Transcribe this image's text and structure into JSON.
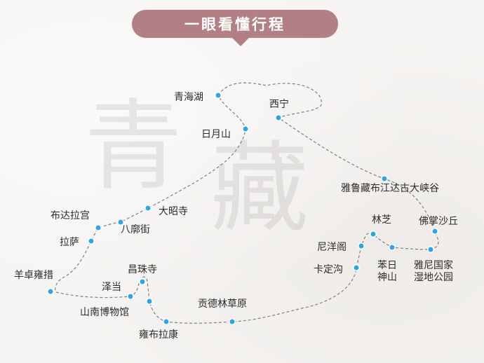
{
  "title": "一眼看懂行程",
  "watermark": [
    "青",
    "藏"
  ],
  "colors": {
    "banner": "#b27f84",
    "route": "#808080",
    "marker": "#2fa4e8",
    "marker_stroke": "#ffffff",
    "text": "#2c2c2c"
  },
  "places": [
    {
      "name": "青海湖"
    },
    {
      "name": "西宁"
    },
    {
      "name": "日月山"
    },
    {
      "name": "大昭寺"
    },
    {
      "name": "布达拉宫"
    },
    {
      "name": "八廓街"
    },
    {
      "name": "拉萨"
    },
    {
      "name": "羊卓雍措"
    },
    {
      "name": "泽当"
    },
    {
      "name": "昌珠寺"
    },
    {
      "name": "山南博物馆"
    },
    {
      "name": "雍布拉康"
    },
    {
      "name": "贡德林草原"
    },
    {
      "name": "雅鲁藏布江达古大峡谷"
    },
    {
      "name": "林芝"
    },
    {
      "name": "佛掌沙丘"
    },
    {
      "name": "尼洋阁"
    },
    {
      "name": "卡定沟"
    },
    {
      "name": "苯日神山",
      "lines": [
        "苯日",
        "神山"
      ]
    },
    {
      "name": "雅尼国家湿地公园",
      "lines": [
        "雅尼国家",
        "湿地公园"
      ]
    }
  ]
}
